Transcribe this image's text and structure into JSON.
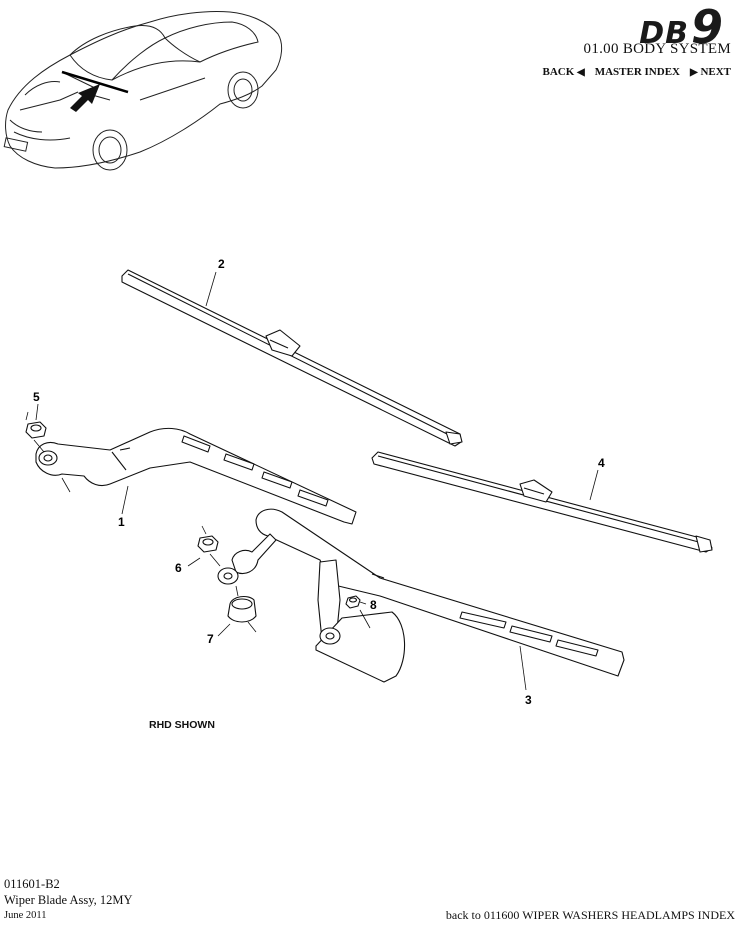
{
  "header": {
    "logo_db": "DB",
    "logo_num": "9",
    "section_title": "01.00 BODY SYSTEM",
    "nav": {
      "back_label": "BACK",
      "master_index_label": "MASTER INDEX",
      "next_label": "NEXT"
    }
  },
  "diagram": {
    "callouts": [
      "1",
      "2",
      "3",
      "4",
      "5",
      "6",
      "7",
      "8"
    ],
    "note": "RHD SHOWN"
  },
  "footer": {
    "code": "011601-B2",
    "title": "Wiper Blade Assy, 12MY",
    "date": "June 2011",
    "back_link": "back to 011600 WIPER WASHERS HEADLAMPS INDEX"
  }
}
